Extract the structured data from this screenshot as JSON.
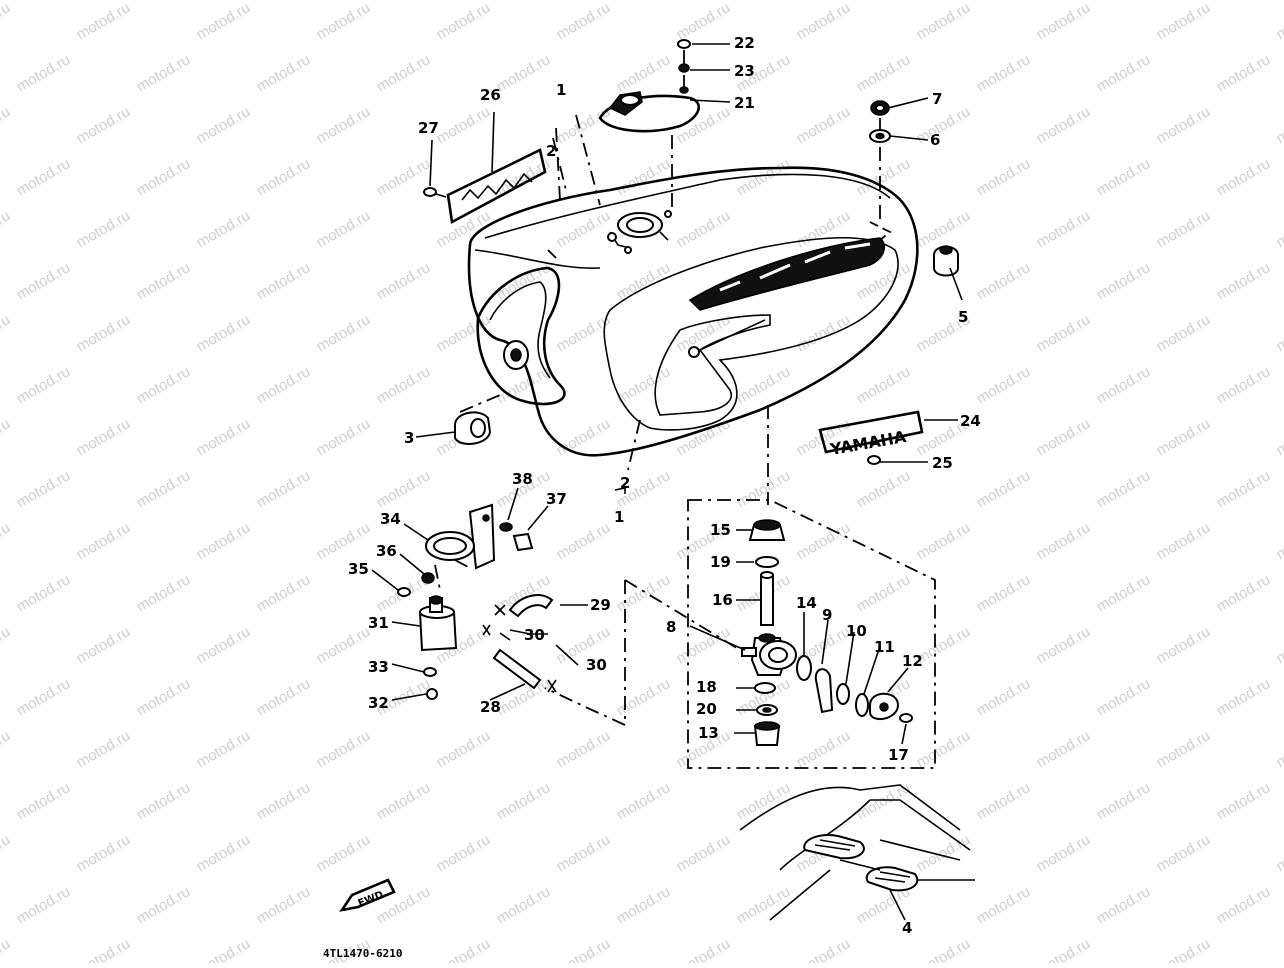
{
  "watermark": {
    "text": "motod.ru"
  },
  "diagram": {
    "part_code": "4TL1470-6210",
    "brand_emblem": "YAMAHA",
    "direction_marker": "FWD"
  },
  "callouts": [
    {
      "id": "1",
      "label": "1"
    },
    {
      "id": "1b",
      "label": "1"
    },
    {
      "id": "2",
      "label": "2"
    },
    {
      "id": "2b",
      "label": "2"
    },
    {
      "id": "3",
      "label": "3"
    },
    {
      "id": "4",
      "label": "4"
    },
    {
      "id": "5",
      "label": "5"
    },
    {
      "id": "6",
      "label": "6"
    },
    {
      "id": "7",
      "label": "7"
    },
    {
      "id": "8",
      "label": "8"
    },
    {
      "id": "9",
      "label": "9"
    },
    {
      "id": "10",
      "label": "10"
    },
    {
      "id": "11",
      "label": "11"
    },
    {
      "id": "12",
      "label": "12"
    },
    {
      "id": "13",
      "label": "13"
    },
    {
      "id": "14",
      "label": "14"
    },
    {
      "id": "15",
      "label": "15"
    },
    {
      "id": "16",
      "label": "16"
    },
    {
      "id": "17",
      "label": "17"
    },
    {
      "id": "18",
      "label": "18"
    },
    {
      "id": "19",
      "label": "19"
    },
    {
      "id": "20",
      "label": "20"
    },
    {
      "id": "21",
      "label": "21"
    },
    {
      "id": "22",
      "label": "22"
    },
    {
      "id": "23",
      "label": "23"
    },
    {
      "id": "24",
      "label": "24"
    },
    {
      "id": "25",
      "label": "25"
    },
    {
      "id": "26",
      "label": "26"
    },
    {
      "id": "27",
      "label": "27"
    },
    {
      "id": "28",
      "label": "28"
    },
    {
      "id": "29",
      "label": "29"
    },
    {
      "id": "30",
      "label": "30"
    },
    {
      "id": "30b",
      "label": "30"
    },
    {
      "id": "31",
      "label": "31"
    },
    {
      "id": "32",
      "label": "32"
    },
    {
      "id": "33",
      "label": "33"
    },
    {
      "id": "34",
      "label": "34"
    },
    {
      "id": "35",
      "label": "35"
    },
    {
      "id": "36",
      "label": "36"
    },
    {
      "id": "37",
      "label": "37"
    },
    {
      "id": "38",
      "label": "38"
    }
  ]
}
